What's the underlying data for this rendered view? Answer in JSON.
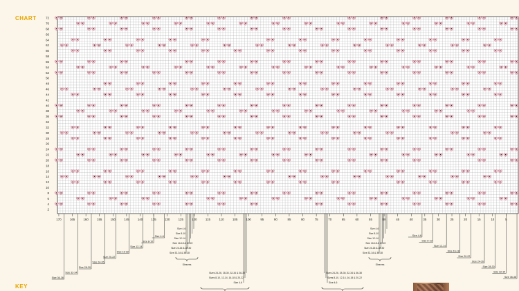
{
  "headings": {
    "chart": "CHART",
    "key": "KEY"
  },
  "colors": {
    "background": "#fbf6e9",
    "heading": "#e8a500",
    "grid": "#9a9a9a",
    "motif_fill": "#f0c8d0",
    "motif_stroke": "#c4607a",
    "motif_dot": "#222222",
    "text": "#222222"
  },
  "grid": {
    "columns": 170,
    "rows": 72,
    "row_labels": [
      "72",
      "70",
      "68",
      "66",
      "64",
      "62",
      "60",
      "58",
      "56",
      "54",
      "52",
      "50",
      "48",
      "46",
      "44",
      "42",
      "40",
      "38",
      "36",
      "34",
      "32",
      "30",
      "28",
      "26",
      "24",
      "22",
      "20",
      "18",
      "16",
      "14",
      "12",
      "10",
      "8",
      "6",
      "4",
      "2"
    ],
    "stitch_labels": [
      "170",
      "165",
      "160",
      "155",
      "150",
      "145",
      "140",
      "135",
      "130",
      "125",
      "120",
      "115",
      "110",
      "105",
      "100",
      "95",
      "90",
      "85",
      "80",
      "75",
      "70",
      "65",
      "60",
      "55",
      "50",
      "45",
      "40",
      "35",
      "30",
      "25",
      "20",
      "15",
      "10",
      "5"
    ]
  },
  "size_callouts": [
    {
      "label": "Size 36-38",
      "stitch": 168
    },
    {
      "label": "Size 32-34",
      "stitch": 163
    },
    {
      "label": "Size 28-30",
      "stitch": 158
    },
    {
      "label": "Size 24-26",
      "stitch": 153
    },
    {
      "label": "Size 20-22",
      "stitch": 149
    },
    {
      "label": "Size 16-18",
      "stitch": 144
    },
    {
      "label": "Size 12-14",
      "stitch": 139
    },
    {
      "label": "Size 8-10",
      "stitch": 135
    },
    {
      "label": "Size 4-6",
      "stitch": 131
    },
    {
      "label": "Size 4-6",
      "stitch": 36
    },
    {
      "label": "Size 8-10",
      "stitch": 32
    },
    {
      "label": "Size 12-14",
      "stitch": 27
    },
    {
      "label": "Size 16-18",
      "stitch": 22
    },
    {
      "label": "Size 20-22",
      "stitch": 18
    },
    {
      "label": "Size 24-26",
      "stitch": 13
    },
    {
      "label": "Size 28-30",
      "stitch": 9
    },
    {
      "label": "Size 32-34",
      "stitch": 5
    },
    {
      "label": "Size 36-38",
      "stitch": 1
    }
  ],
  "sleeve_groups": [
    {
      "caption": "Sleeves",
      "labels": [
        "Size 4-6",
        "Size 8-10",
        "Size 12-14",
        "Size 16-18 & 20-22",
        "Size 24-26 & 28-30",
        "Size 32-34 & 36-38"
      ]
    },
    {
      "caption": "Sleeves",
      "labels": [
        "Size 4-6",
        "Size 8-10",
        "Size 12-14",
        "Size 16-18 & 20-22",
        "Size 24-26 & 28-30",
        "Size 32-34 & 36-38"
      ]
    }
  ],
  "center_groups": [
    {
      "labels": [
        "Sizes 24-26, 28-30, 32-34 & 36-38",
        "Sizes 8-10, 12-14, 16-18 & 20-22",
        "Size 4-6"
      ]
    },
    {
      "labels": [
        "Sizes 24-26, 28-30, 32-34 & 36-38",
        "Sizes 8-10, 12-14, 16-18 & 20-22",
        "Size 4-6"
      ]
    }
  ]
}
